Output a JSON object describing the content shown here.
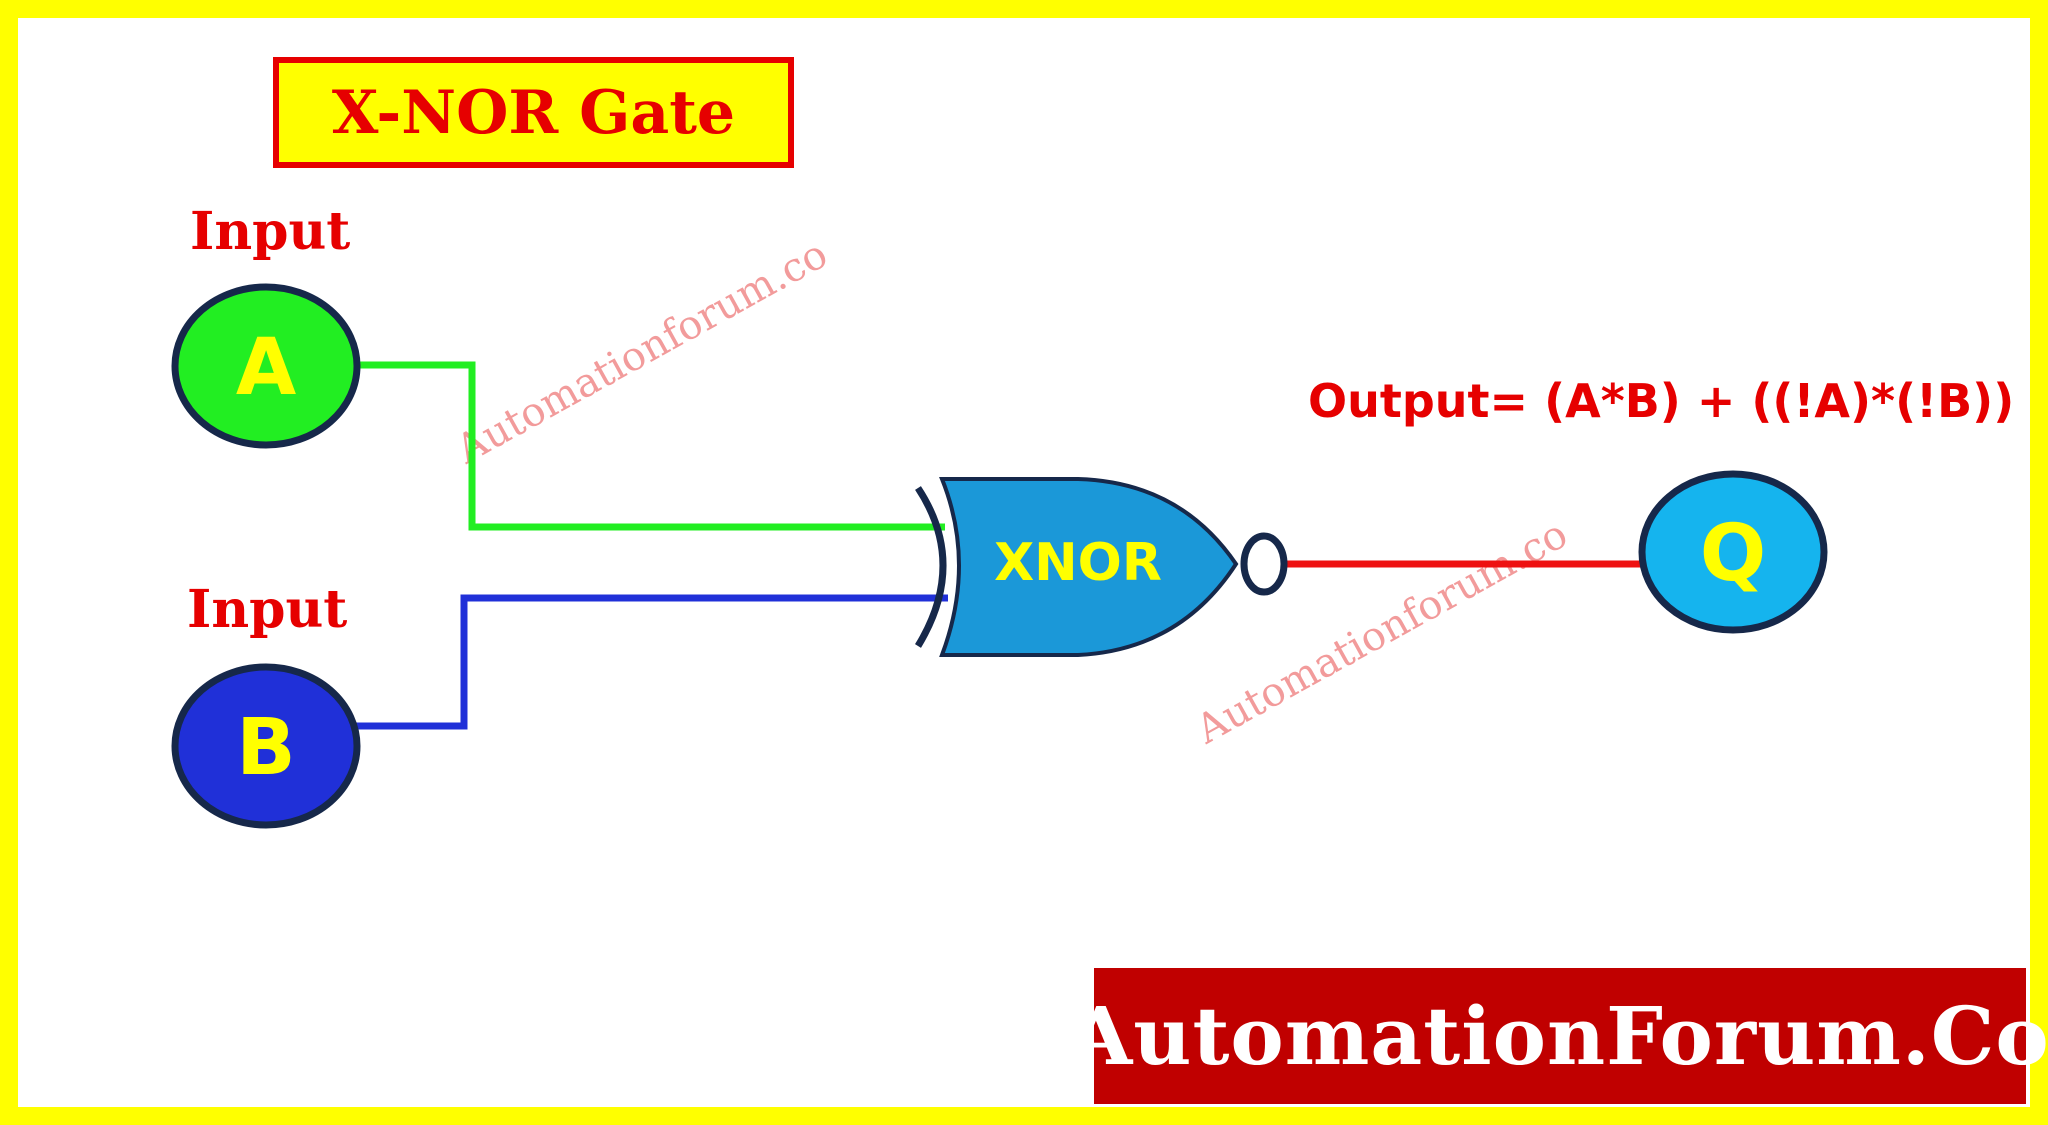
{
  "title": "X-NOR Gate",
  "inputs": [
    {
      "label": "Input",
      "symbol": "A",
      "color": "#22ee22"
    },
    {
      "label": "Input",
      "symbol": "B",
      "color": "#2030d8"
    }
  ],
  "gate": {
    "label": "XNOR",
    "color": "#1b98d8"
  },
  "output": {
    "symbol": "Q",
    "color": "#15b4ee",
    "wire_color": "#ee1111"
  },
  "equation": "Output= (A*B) + ((!A)*(!B))",
  "watermarks": [
    "Automationforum.co",
    "Automationforum.co"
  ],
  "brand": "AutomationForum.Co",
  "colors": {
    "border": "#ffff00",
    "text_red": "#e60000",
    "node_text": "#ffff00",
    "outline": "#16284a",
    "banner": "#c00000"
  }
}
